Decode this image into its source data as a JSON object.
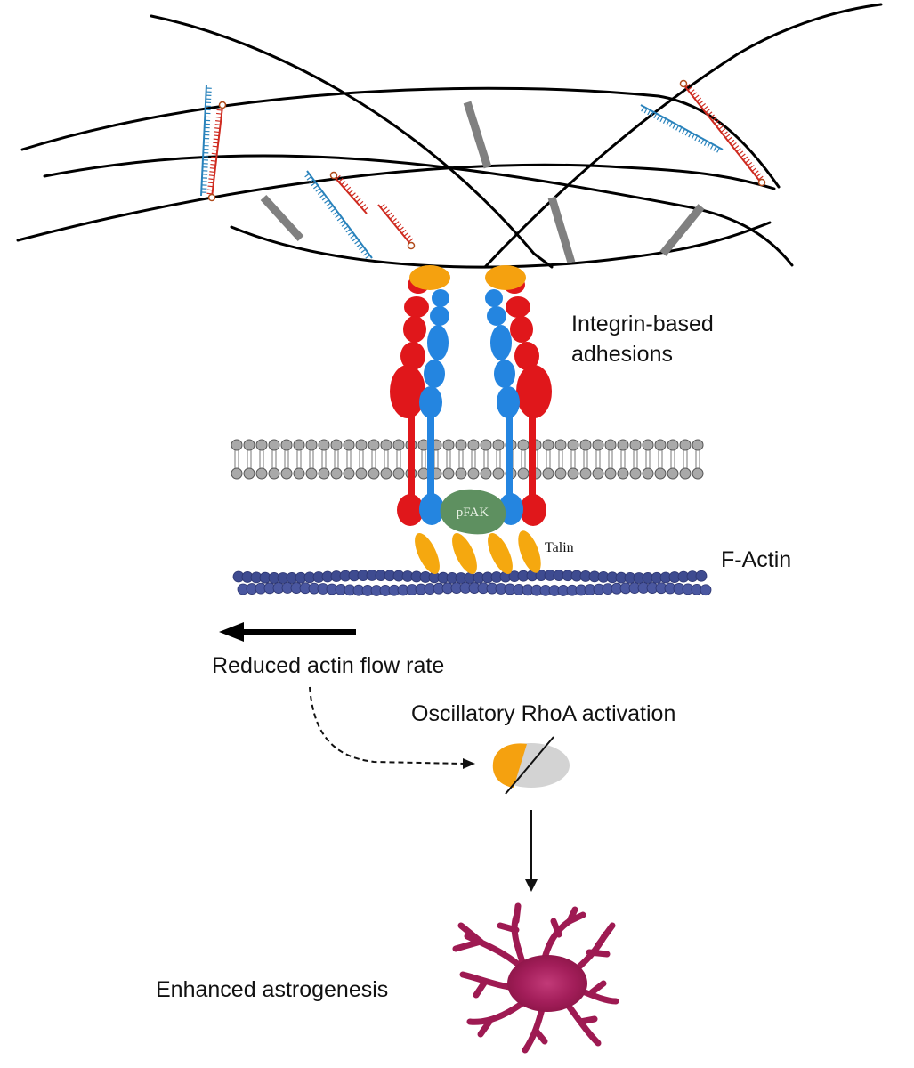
{
  "labels": {
    "integrin_line1": "Integrin-based",
    "integrin_line2": "adhesions",
    "pfak": "pFAK",
    "talin": "Talin",
    "f_actin": "F-Actin",
    "actin_flow": "Reduced actin flow rate",
    "rhoa": "Oscillatory RhoA activation",
    "astro": "Enhanced astrogenesis"
  },
  "colors": {
    "alpha_subunit": "#e0171b",
    "beta_subunit": "#2485e0",
    "integrin_head": "#f5a10f",
    "pfak": "#5e9060",
    "talin": "#f5a80f",
    "actin": "#3e4b90",
    "membrane": "#a9a9a9",
    "crosslinker": "#808080",
    "dna_red": "#cf2b20",
    "dna_blue": "#2a83bc",
    "rhoa_active": "#f5a10f",
    "rhoa_inactive": "#d3d3d3",
    "astrocyte": "#9e1a52",
    "fiber": "#000000"
  },
  "icons": {
    "flow_arrow": "left-arrow-icon",
    "dashed_arrow": "dashed-curved-arrow-icon",
    "down_arrow": "down-arrow-icon",
    "cell": "astrocyte-icon"
  }
}
